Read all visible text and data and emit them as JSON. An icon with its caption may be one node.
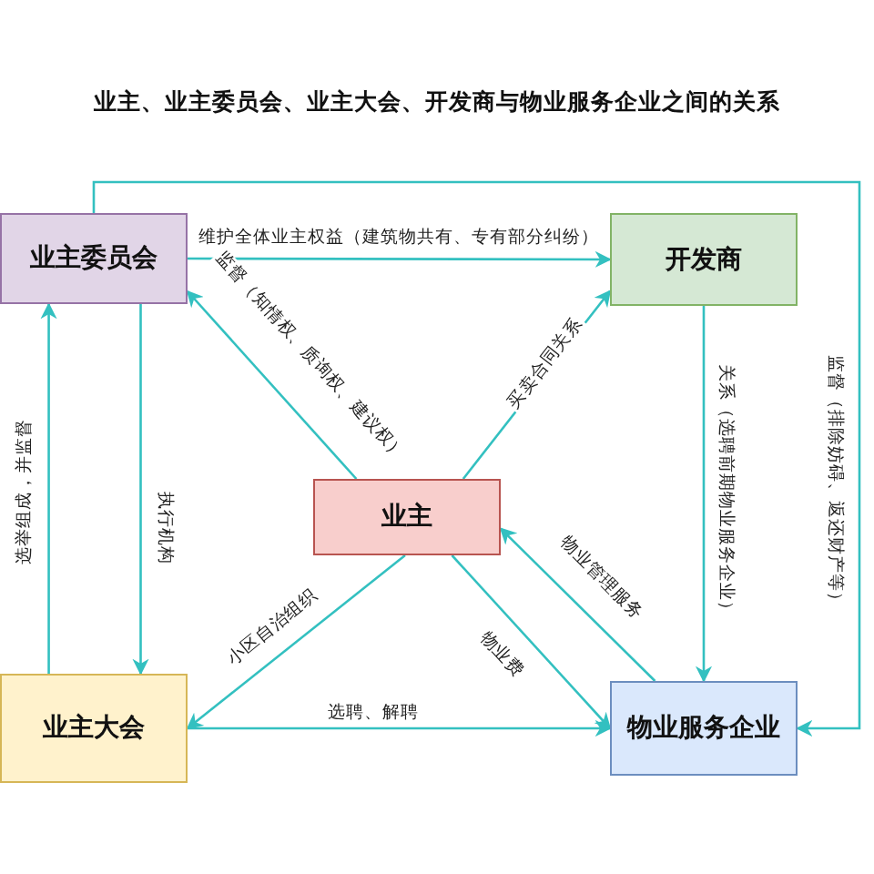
{
  "diagram": {
    "title": "业主、业主委员会、业主大会、开发商与物业服务企业之间的关系",
    "nodes": [
      {
        "text": [
          "业主委员会"
        ]
      },
      {
        "text": [
          "开发商"
        ]
      },
      {
        "text": [
          "业主"
        ]
      },
      {
        "text": [
          "业主大会"
        ]
      },
      {
        "text": [
          "物业服务企业"
        ]
      }
    ],
    "edges": [
      {
        "from": 0,
        "to": 1,
        "arrow": "to",
        "label": "维护全体业主权益（建筑物共有、专有部分纠纷）"
      },
      {
        "from": 0,
        "to": 4,
        "arrow": "to",
        "label": "监督（排除妨碍、返还财产等）"
      },
      {
        "from": 2,
        "to": 0,
        "arrow": "to",
        "label": "监督（知情权、质询权、建议权）"
      },
      {
        "from": 2,
        "to": 1,
        "arrow": "to",
        "label": "买卖合同关系"
      },
      {
        "from": 3,
        "to": 0,
        "arrow": "to",
        "label": "选举组成，并监督"
      },
      {
        "from": 0,
        "to": 3,
        "arrow": "to",
        "label": "执行机构"
      },
      {
        "from": 2,
        "to": 3,
        "arrow": "to",
        "label": "小区自治组织"
      },
      {
        "from": 2,
        "to": 4,
        "arrow": "to",
        "label": "物业费"
      },
      {
        "from": 4,
        "to": 2,
        "arrow": "to",
        "label": "物业管理服务"
      },
      {
        "from": 1,
        "to": 4,
        "arrow": "to",
        "label": "关系（选聘前期物业服务企业）"
      },
      {
        "from": 3,
        "to": 4,
        "arrow": "to",
        "label": "选聘、解聘"
      }
    ]
  }
}
